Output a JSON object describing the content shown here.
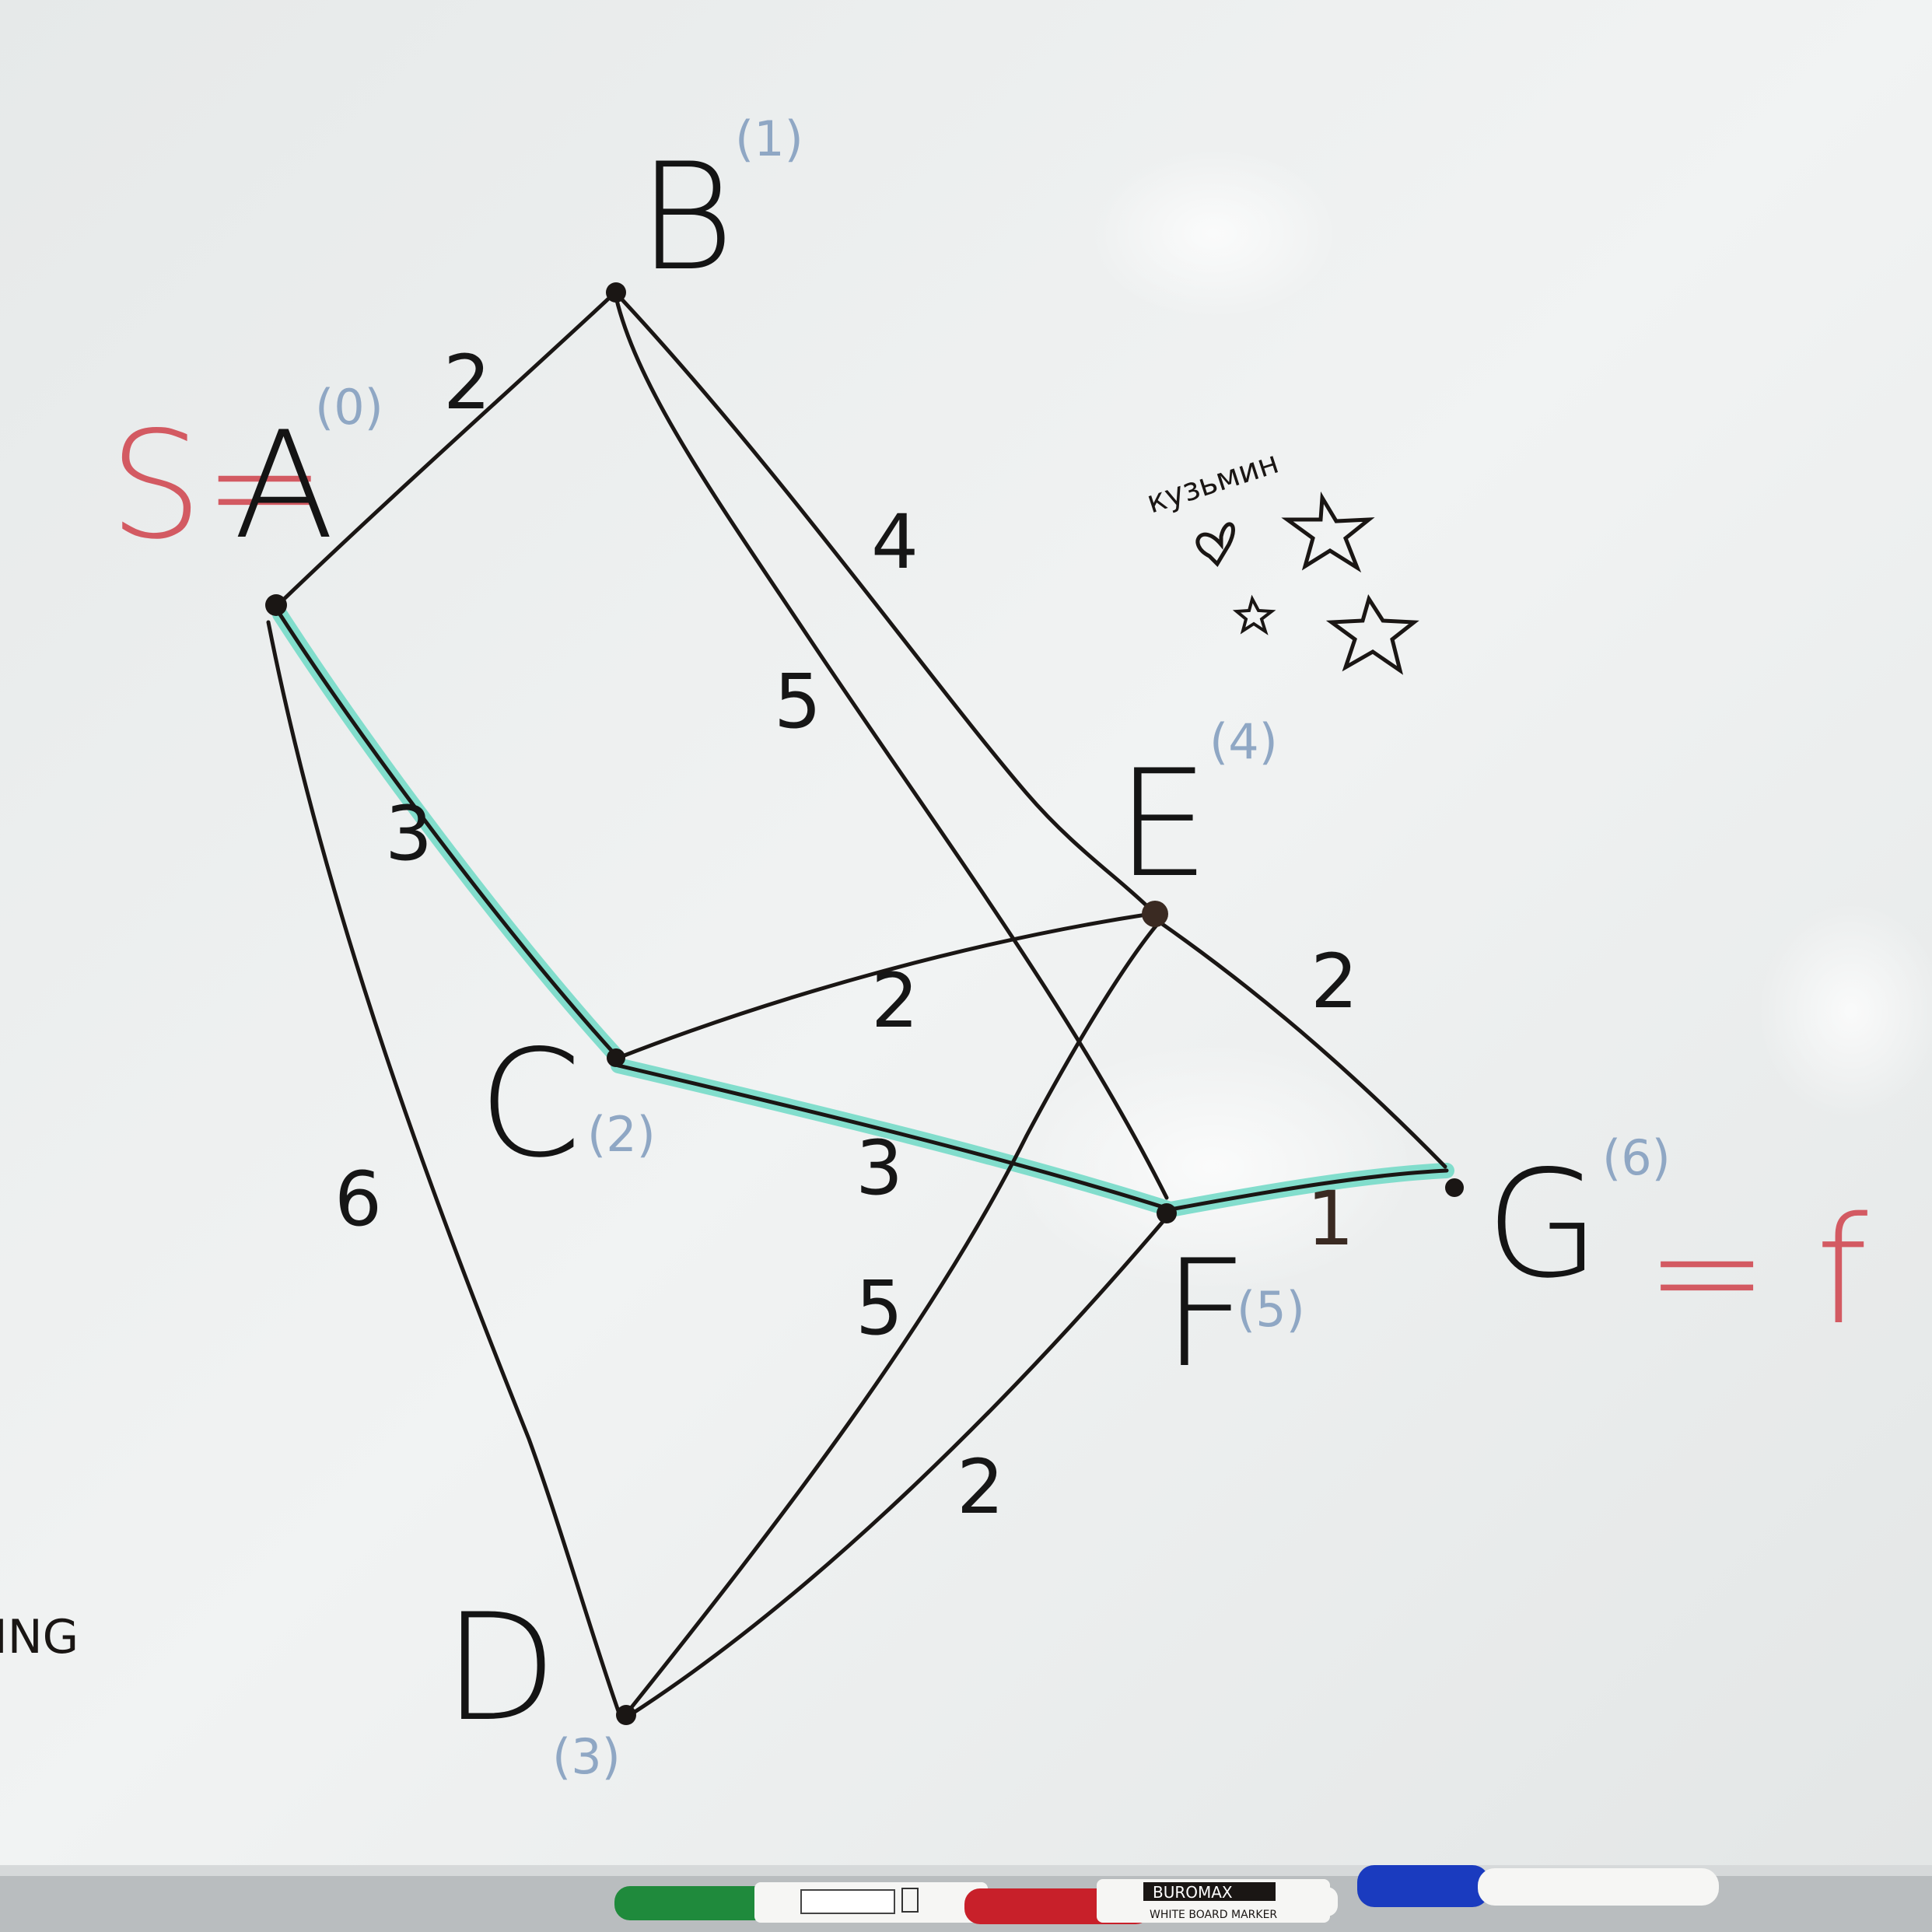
{
  "colors": {
    "board": "#eef1f1",
    "ink": "#1a1614",
    "highlight": "#6fd9c6",
    "red": "#d35a62",
    "distance_label": "#8fa7c4"
  },
  "nodes": {
    "A": {
      "label": "A",
      "dist": "(0)",
      "prefix": "S="
    },
    "B": {
      "label": "B",
      "dist": "(1)"
    },
    "C": {
      "label": "C",
      "dist": "(2)"
    },
    "D": {
      "label": "D",
      "dist": "(3)"
    },
    "E": {
      "label": "E",
      "dist": "(4)"
    },
    "F": {
      "label": "F",
      "dist": "(5)"
    },
    "G": {
      "label": "G",
      "dist": "(6)",
      "suffix": "= f"
    }
  },
  "edges": [
    {
      "from": "A",
      "to": "B",
      "weight": "2",
      "highlighted": false
    },
    {
      "from": "A",
      "to": "C",
      "weight": "3",
      "highlighted": true
    },
    {
      "from": "A",
      "to": "D",
      "weight": "6",
      "highlighted": false
    },
    {
      "from": "B",
      "to": "E",
      "weight": "4",
      "highlighted": false
    },
    {
      "from": "B",
      "to": "F",
      "weight": "5",
      "highlighted": false
    },
    {
      "from": "C",
      "to": "E",
      "weight": "2",
      "highlighted": false
    },
    {
      "from": "C",
      "to": "F",
      "weight": "3",
      "highlighted": true
    },
    {
      "from": "D",
      "to": "E",
      "weight": "5",
      "highlighted": false
    },
    {
      "from": "D",
      "to": "F",
      "weight": "2",
      "highlighted": false
    },
    {
      "from": "E",
      "to": "G",
      "weight": "2",
      "highlighted": false
    },
    {
      "from": "F",
      "to": "G",
      "weight": "1",
      "highlighted": true
    }
  ],
  "doodle": {
    "text": "кузьмин"
  },
  "edge_text": "ING",
  "markers": [
    {
      "name": "green-marker",
      "color": "#1f8a3c"
    },
    {
      "name": "red-marker",
      "color": "#c8202a",
      "brand": "BUROMAX",
      "subtitle": "WHITE BOARD MARKER"
    },
    {
      "name": "blue-marker",
      "color": "#1a3bbf"
    }
  ]
}
